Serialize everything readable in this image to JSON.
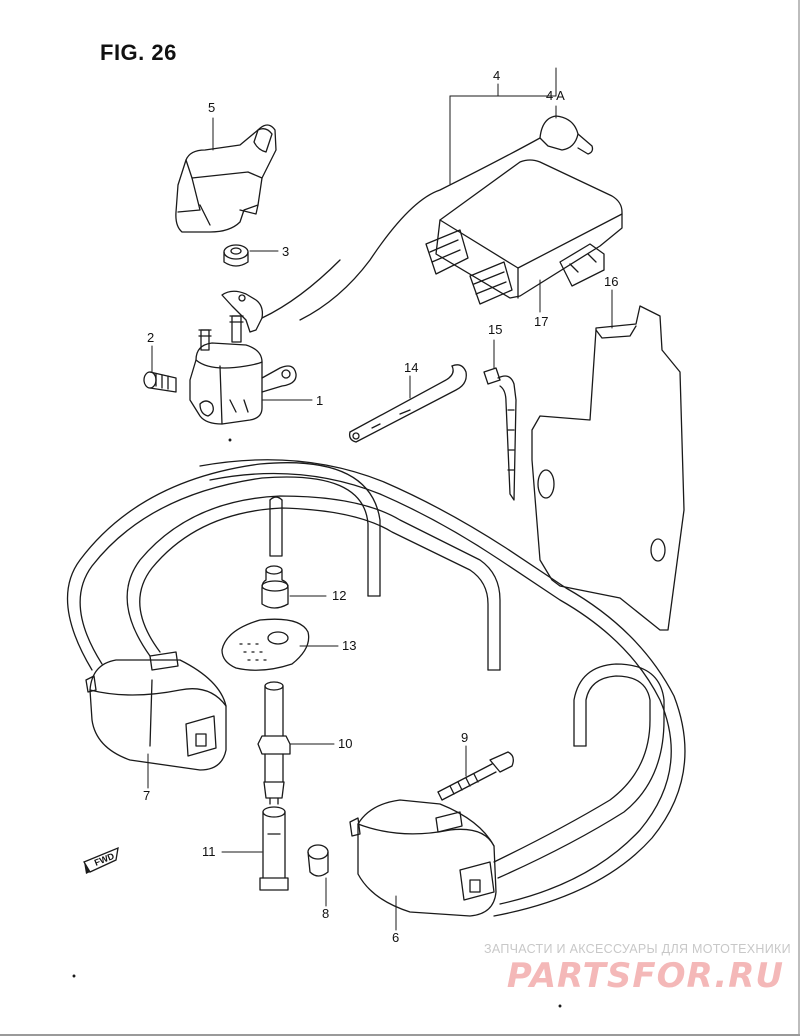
{
  "figure": {
    "title": "FIG. 26"
  },
  "callouts": {
    "p1": "1",
    "p2": "2",
    "p3": "3",
    "p4": "4",
    "p4a": "4 A",
    "p5": "5",
    "p6": "6",
    "p7": "7",
    "p8": "8",
    "p9": "9",
    "p10": "10",
    "p11": "11",
    "p12": "12",
    "p13": "13",
    "p14": "14",
    "p15": "15",
    "p16": "16",
    "p17": "17"
  },
  "fwd_marker": {
    "label": "FWD",
    "icon": "fwd-arrow-icon"
  },
  "watermark": {
    "tagline": "ЗАПЧАСТИ И АКСЕССУАРЫ ДЛЯ МОТОТЕХНИКИ",
    "logo": "PARTSFOR.RU",
    "logo_color": "#f4b8b8"
  },
  "colors": {
    "line": "#1a1a1a",
    "paper": "#ffffff",
    "watermark_text": "#c8c8c8"
  }
}
